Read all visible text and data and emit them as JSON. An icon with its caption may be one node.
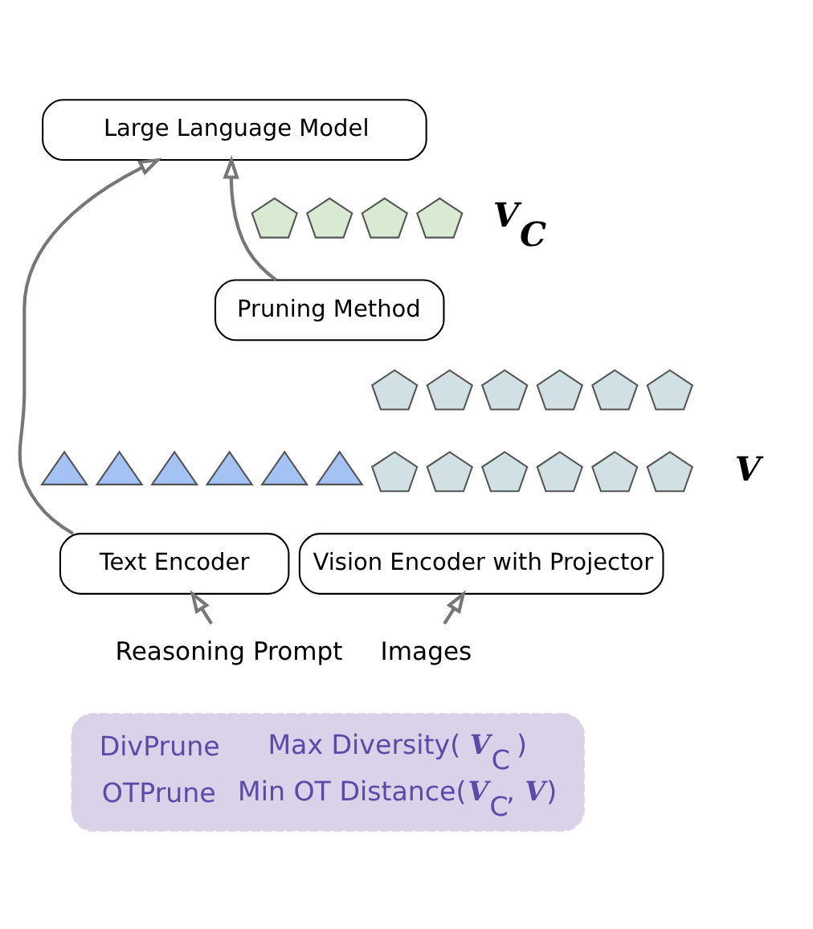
{
  "diagram": {
    "nodes": [
      {
        "text": [
          "Large Language Model"
        ]
      },
      {
        "text": [],
        "shape": "pentagon"
      },
      {
        "text": [],
        "shape": "pentagon"
      },
      {
        "text": [],
        "shape": "pentagon"
      },
      {
        "text": [],
        "shape": "pentagon"
      },
      {
        "text": [
          "Pruning Method"
        ]
      },
      {
        "text": [],
        "shape": "pentagon"
      },
      {
        "text": [],
        "shape": "pentagon"
      },
      {
        "text": [],
        "shape": "pentagon"
      },
      {
        "text": [],
        "shape": "pentagon"
      },
      {
        "text": [],
        "shape": "pentagon"
      },
      {
        "text": [],
        "shape": "pentagon"
      },
      {
        "text": [],
        "shape": "triangle"
      },
      {
        "text": [],
        "shape": "triangle"
      },
      {
        "text": [],
        "shape": "triangle"
      },
      {
        "text": [],
        "shape": "triangle"
      },
      {
        "text": [],
        "shape": "triangle"
      },
      {
        "text": [],
        "shape": "triangle"
      },
      {
        "text": [],
        "shape": "pentagon"
      },
      {
        "text": [],
        "shape": "pentagon"
      },
      {
        "text": [],
        "shape": "pentagon"
      },
      {
        "text": [],
        "shape": "pentagon"
      },
      {
        "text": [],
        "shape": "pentagon"
      },
      {
        "text": [],
        "shape": "pentagon"
      },
      {
        "text": [
          "Text Encoder"
        ]
      },
      {
        "text": [
          "Vision Encoder with Projector"
        ]
      },
      {
        "text": [
          "Reasoning Prompt"
        ]
      },
      {
        "text": [
          "Images"
        ]
      },
      {
        "text": [
          "DivPrune",
          "Max Diversity( *V*$_{C}$ )",
          "OTPrune",
          "Min OT Distance(*V*$_{C}$, *V*)"
        ]
      }
    ],
    "edges": [
      {
        "from": 26,
        "to": 24,
        "arrow": "to"
      },
      {
        "from": 27,
        "to": 25,
        "arrow": "to"
      },
      {
        "from": 24,
        "to": 0,
        "arrow": "to"
      },
      {
        "from": 5,
        "to": 0,
        "arrow": "to"
      }
    ],
    "labels": [
      "V$_{C}$",
      "V"
    ]
  }
}
